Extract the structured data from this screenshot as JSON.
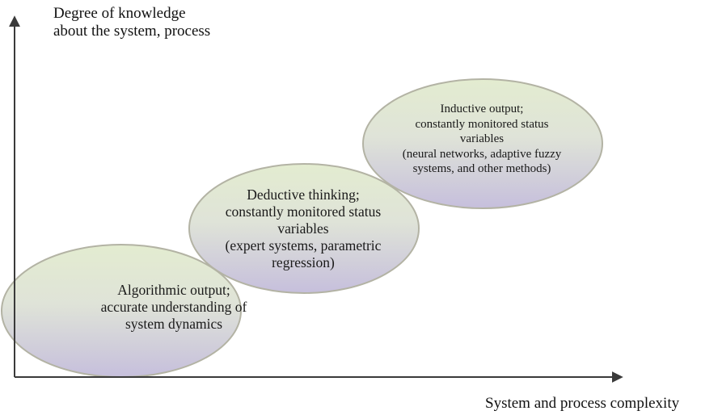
{
  "y_axis": {
    "label_lines": [
      "Degree of knowledge",
      "about the system, process"
    ]
  },
  "x_axis": {
    "label": "System and process complexity"
  },
  "ellipses": [
    {
      "lines": [
        "Algorithmic output;",
        "accurate understanding of",
        "system dynamics"
      ]
    },
    {
      "lines": [
        "Deductive thinking;",
        "constantly monitored status",
        "variables",
        "(expert systems, parametric",
        "regression)"
      ]
    },
    {
      "lines": [
        "Inductive output;",
        "constantly monitored status",
        "variables",
        "(neural networks, adaptive fuzzy",
        "systems, and other methods)"
      ]
    }
  ],
  "colors": {
    "axis": "#3a3a3a",
    "ellipse_outline": "#b3b3a4",
    "ellipse_green": "#e3ecd0",
    "ellipse_lavender": "#c6bfdc"
  }
}
